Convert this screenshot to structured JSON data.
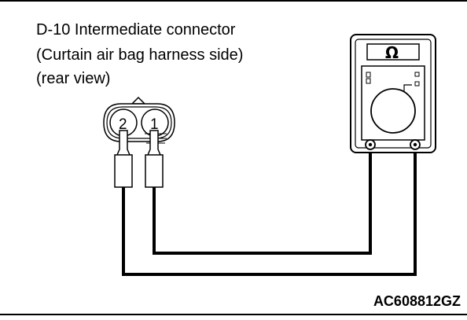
{
  "caption": {
    "line1": "D-10 Intermediate connector",
    "line2": "(Curtain air bag harness side)",
    "line3": "(rear view)"
  },
  "connector": {
    "pin_left": "2",
    "pin_right": "1"
  },
  "meter": {
    "symbol": "Ω"
  },
  "figure_id": "AC608812GZ",
  "colors": {
    "line": "#000000",
    "background": "#ffffff"
  }
}
